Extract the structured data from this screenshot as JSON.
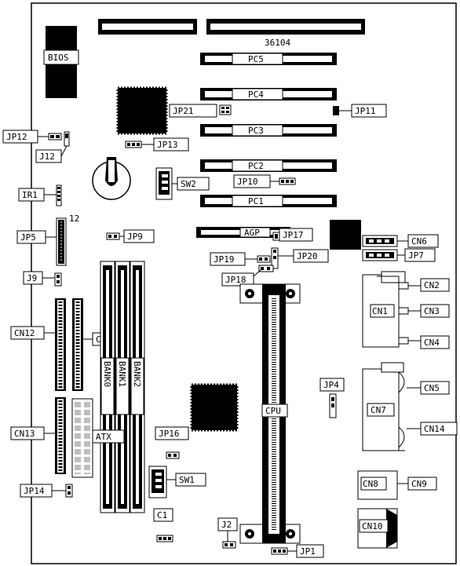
{
  "board": {
    "model": "36104",
    "labels": {
      "bios": "BIOS",
      "pc5": "PC5",
      "pc4": "PC4",
      "pc3": "PC3",
      "pc2": "PC2",
      "pc1": "PC1",
      "agp": "AGP",
      "jp21": "JP21",
      "jp11": "JP11",
      "jp12": "JP12",
      "j12": "J12",
      "jp13": "JP13",
      "sw2": "SW2",
      "jp10": "JP10",
      "ir1": "IR1",
      "pin12": "12",
      "jp5": "JP5",
      "jp9": "JP9",
      "jp17": "JP17",
      "jp19": "JP19",
      "jp20": "JP20",
      "cn6": "CN6",
      "jp7": "JP7",
      "j9": "J9",
      "jp18": "JP18",
      "cn2": "CN2",
      "cn1": "CN1",
      "cn3": "CN3",
      "cn4": "CN4",
      "cn12": "CN12",
      "cn11": "CN11",
      "bank0": "BANK0",
      "bank1": "BANK1",
      "bank2": "BANK2",
      "jp4": "JP4",
      "cn5": "CN5",
      "cn7": "CN7",
      "cn14": "CN14",
      "cpu": "CPU",
      "cn13": "CN13",
      "atx": "ATX",
      "jp16": "JP16",
      "sw1": "SW1",
      "cn8": "CN8",
      "cn9": "CN9",
      "jp14": "JP14",
      "c1": "C1",
      "j2": "J2",
      "cn10": "CN10",
      "jp1": "JP1"
    }
  }
}
